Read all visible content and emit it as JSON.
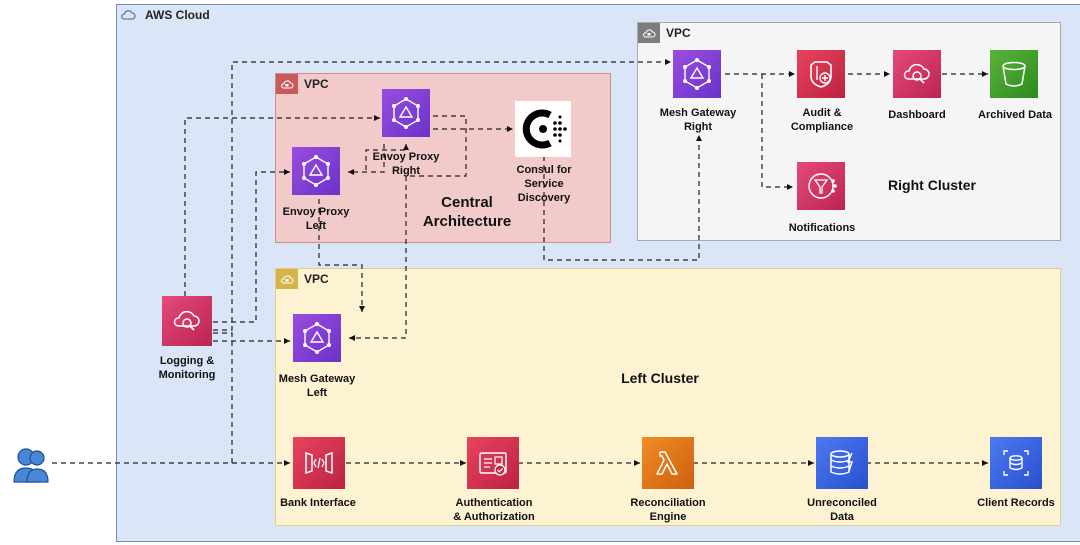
{
  "groups": {
    "aws_cloud": "AWS Cloud",
    "vpc_central": "VPC",
    "vpc_right": "VPC",
    "vpc_left": "VPC"
  },
  "clusters": {
    "central": "Central\nArchitecture",
    "right": "Right Cluster",
    "left": "Left Cluster"
  },
  "nodes": {
    "envoy_right": "Envoy Proxy\nRight",
    "envoy_left": "Envoy Proxy\nLeft",
    "consul": "Consul for\nService\nDiscovery",
    "mesh_right": "Mesh Gateway\nRight",
    "audit": "Audit &\nCompliance",
    "dashboard": "Dashboard",
    "archived": "Archived Data",
    "notifications": "Notifications",
    "logging": "Logging &\nMonitoring",
    "mesh_left": "Mesh Gateway\nLeft",
    "bank": "Bank Interface",
    "auth": "Authentication\n& Authorization",
    "recon": "Reconciliation\nEngine",
    "unreconciled": "Unreconciled\nData",
    "client_records": "Client Records"
  },
  "colors": {
    "cloud_fill": "#dae6f7",
    "central_vpc_fill": "#f2caca",
    "right_vpc_fill": "#f5f5f5",
    "left_vpc_fill": "#fdf2d2",
    "networking_purple": "#8c45d8",
    "management_pink": "#e44b7b",
    "security_red": "#d92e4c",
    "storage_green": "#4aa72e",
    "compute_orange": "#ea7a1a",
    "database_blue": "#3d63e0"
  },
  "icons": {
    "envoy_right": "mesh-network-icon",
    "envoy_left": "mesh-network-icon",
    "consul": "consul-logo-icon",
    "mesh_right": "mesh-network-icon",
    "audit": "shield-icon",
    "dashboard": "cloud-search-icon",
    "archived": "bucket-icon",
    "notifications": "notification-funnel-icon",
    "logging": "cloud-search-icon",
    "mesh_left": "mesh-network-icon",
    "bank": "api-gateway-icon",
    "auth": "id-card-icon",
    "recon": "lambda-icon",
    "unreconciled": "database-icon",
    "client_records": "database-records-icon",
    "user": "users-icon"
  }
}
